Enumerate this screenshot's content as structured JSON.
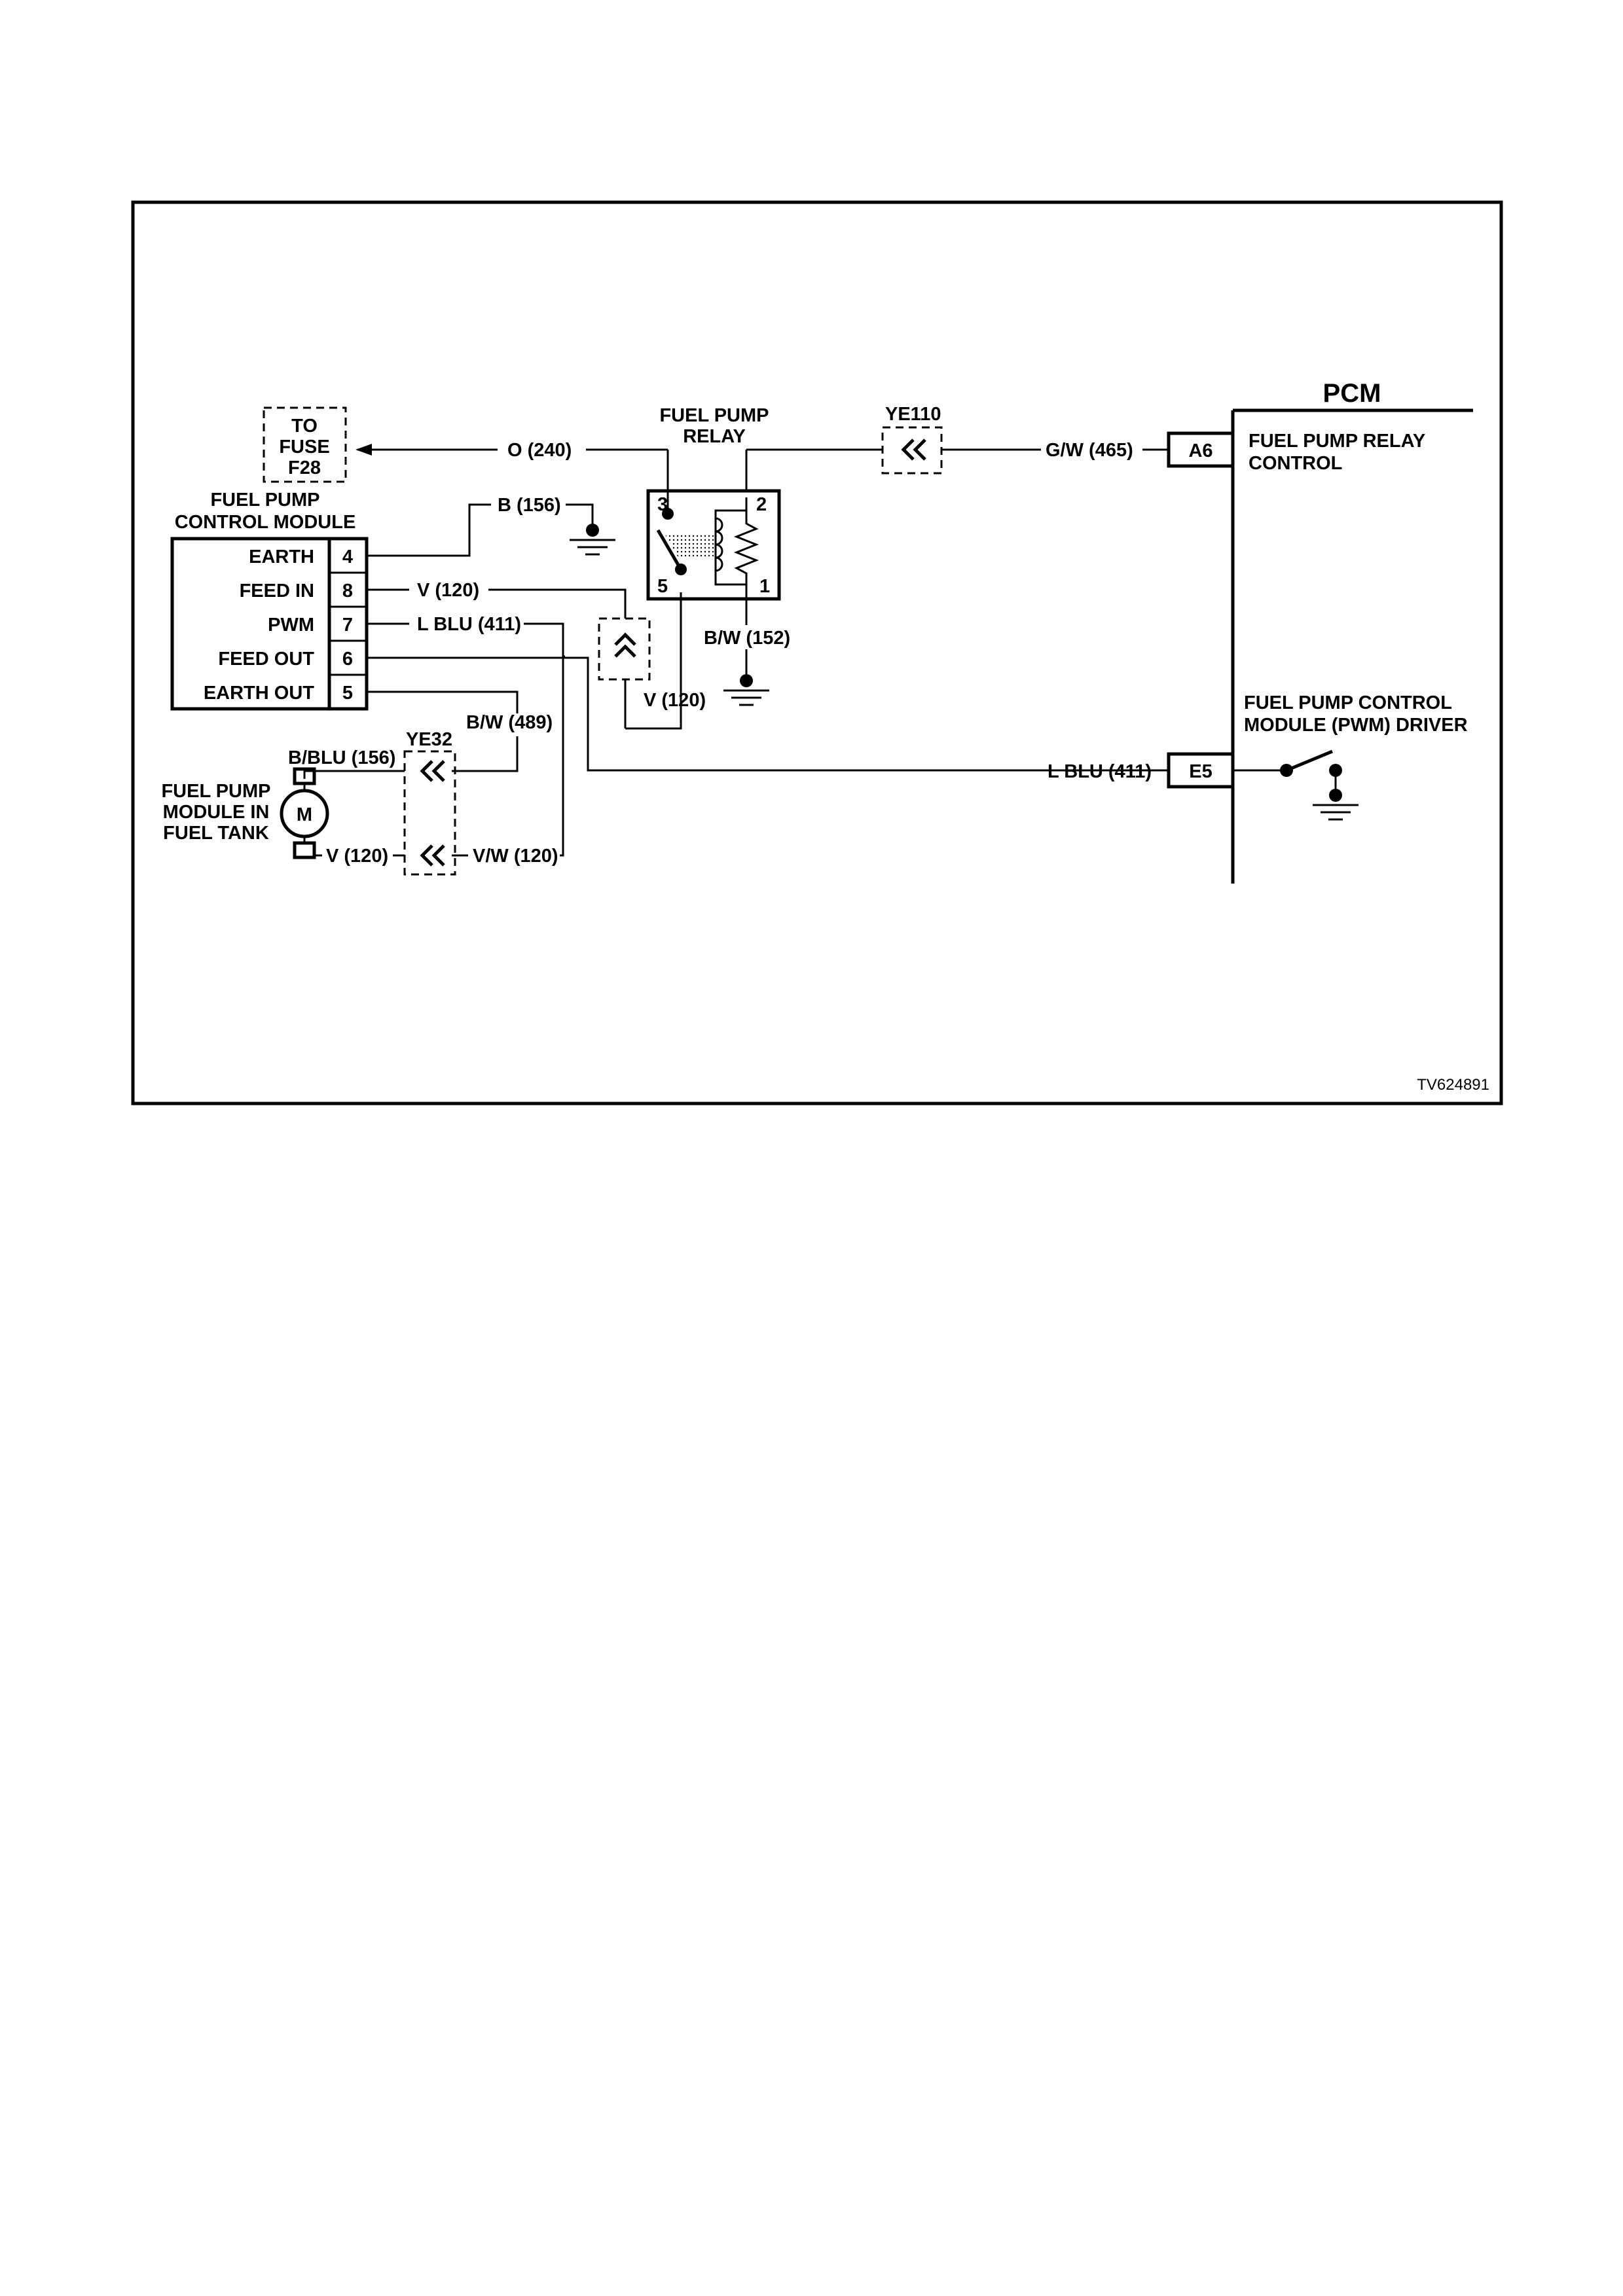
{
  "fuse": {
    "line1": "TO",
    "line2": "FUSE",
    "line3": "F28"
  },
  "fpcm": {
    "title1": "FUEL PUMP",
    "title2": "CONTROL MODULE",
    "pins": [
      {
        "label": "EARTH",
        "num": "4"
      },
      {
        "label": "FEED IN",
        "num": "8"
      },
      {
        "label": "PWM",
        "num": "7"
      },
      {
        "label": "FEED OUT",
        "num": "6"
      },
      {
        "label": "EARTH OUT",
        "num": "5"
      }
    ]
  },
  "relay": {
    "title1": "FUEL PUMP",
    "title2": "RELAY",
    "pins": {
      "p1": "1",
      "p2": "2",
      "p3": "3",
      "p5": "5"
    }
  },
  "pcm": {
    "title": "PCM",
    "pin_a6": "A6",
    "pin_e5": "E5",
    "relay_control1": "FUEL PUMP RELAY",
    "relay_control2": "CONTROL",
    "driver1": "FUEL PUMP CONTROL",
    "driver2": "MODULE (PWM) DRIVER"
  },
  "connectors": {
    "ye110": "YE110",
    "ye32": "YE32"
  },
  "pump": {
    "line1": "FUEL PUMP",
    "line2": "MODULE IN",
    "line3": "FUEL TANK",
    "symbol": "M"
  },
  "wires": {
    "o240": "O (240)",
    "b156": "B (156)",
    "v120_top": "V (120)",
    "lblu411_left": "L BLU (411)",
    "v120_bottom": "V (120)",
    "bw152": "B/W (152)",
    "gw465": "G/W (465)",
    "lblu411_right": "L BLU (411)",
    "bw489": "B/W (489)",
    "bblu156": "B/BLU (156)",
    "v120_pump": "V (120)",
    "vw120": "V/W (120)"
  },
  "ref": "TV624891"
}
